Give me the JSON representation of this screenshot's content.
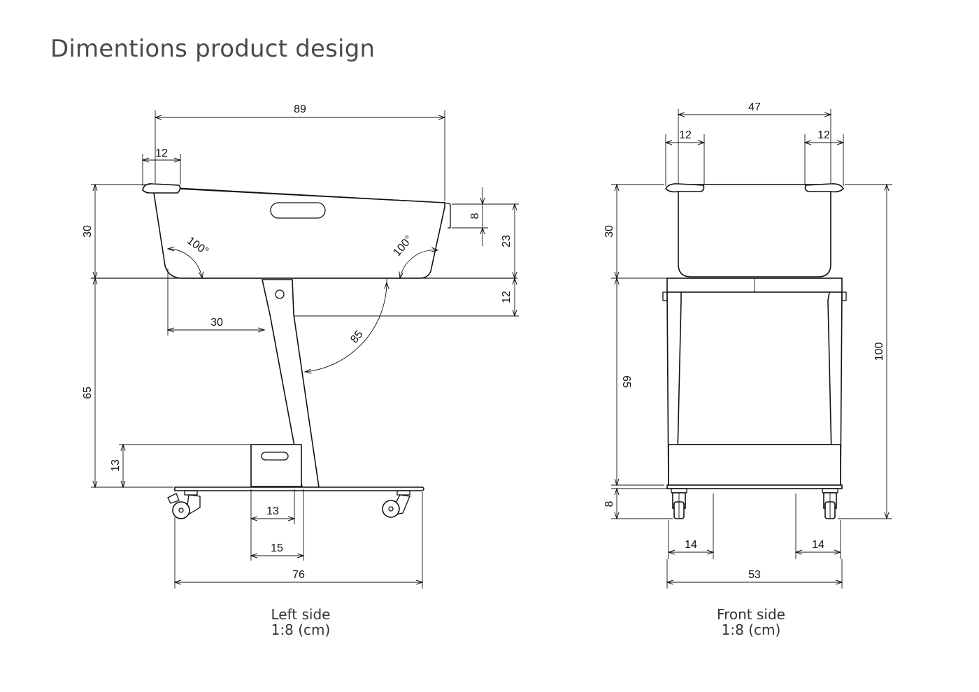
{
  "title": "Dimentions product design",
  "left_view": {
    "dimensions": {
      "overall_width": "89",
      "handle_width": "12",
      "basket_height": "30",
      "angle_left": "100°",
      "angle_right": "100°",
      "handle_drop": "8",
      "basket_depth_right": "23",
      "frame_gap": "12",
      "leg_offset": "30",
      "leg_angle": "85",
      "leg_height": "65",
      "shelf_height": "13",
      "shelf_width": "13",
      "leg_foot": "15",
      "base_width": "76"
    },
    "caption_line1": "Left side",
    "caption_line2": "1:8 (cm)"
  },
  "front_view": {
    "dimensions": {
      "overall_width": "47",
      "handle_left": "12",
      "handle_right": "12",
      "basket_height": "30",
      "frame_height": "65",
      "total_height": "100",
      "wheel_height": "8",
      "wheel_left": "14",
      "wheel_right": "14",
      "base_width": "53"
    },
    "caption_line1": "Front side",
    "caption_line2": "1:8 (cm)"
  }
}
